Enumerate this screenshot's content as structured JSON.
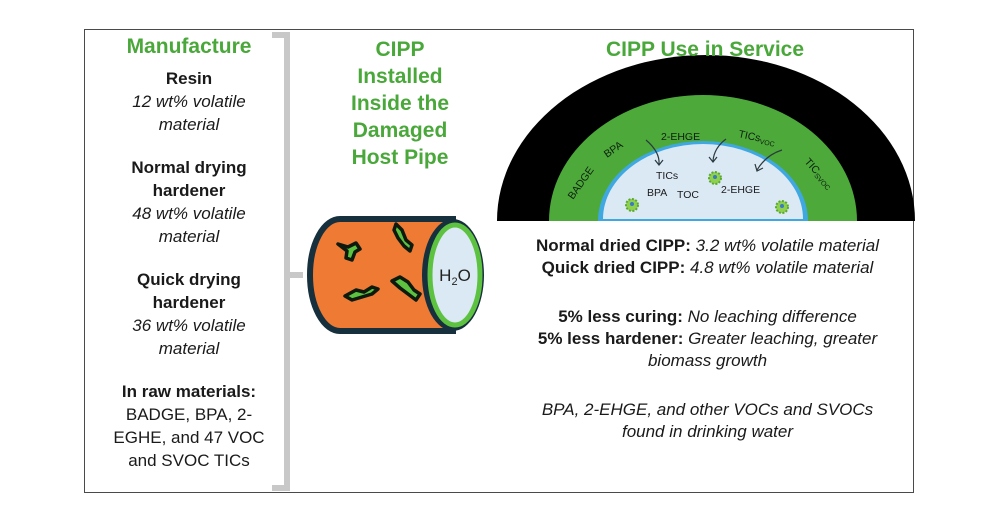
{
  "manufacture": {
    "title": "Manufacture",
    "items": [
      {
        "name": "Resin",
        "detail_line1": "12 wt% volatile",
        "detail_line2": "material"
      },
      {
        "name_line1": "Normal drying",
        "name_line2": "hardener",
        "detail_line1": "48 wt% volatile",
        "detail_line2": "material"
      },
      {
        "name_line1": "Quick drying",
        "name_line2": "hardener",
        "detail_line1": "36 wt% volatile",
        "detail_line2": "material"
      }
    ],
    "raw_materials": {
      "heading": "In raw materials:",
      "line1": "BADGE, BPA, 2-",
      "line2": "EGHE, and 47 VOC",
      "line3": "and SVOC TICs"
    }
  },
  "installed": {
    "title_lines": [
      "CIPP",
      "Installed",
      "Inside the",
      "Damaged",
      "Host Pipe"
    ],
    "pipe_label_main": "H",
    "pipe_label_sub": "2",
    "pipe_label_end": "O"
  },
  "service": {
    "title": "CIPP Use in Service",
    "ring_labels": {
      "badge": "BADGE",
      "bpa": "BPA",
      "ehge": "2-EHGE",
      "tics_voc_main": "TICs",
      "tics_voc_sub": "VOC",
      "tic_svoc_main": "TIC",
      "tic_svoc_sub": "SVOC"
    },
    "water_labels": {
      "tics": "TICs",
      "bpa": "BPA",
      "toc": "TOC",
      "ehge": "2-EHGE"
    },
    "drying": [
      {
        "label": "Normal dried CIPP:",
        "value": "3.2 wt% volatile material"
      },
      {
        "label": "Quick dried CIPP:",
        "value": "4.8 wt% volatile material"
      }
    ],
    "curing": [
      {
        "label": "5% less curing:",
        "value": "No leaching difference"
      },
      {
        "label": "5% less hardener:",
        "value_line1": "Greater leaching, greater",
        "value_line2": "biomass growth"
      }
    ],
    "found": {
      "line1": "BPA, 2-EHGE, and other VOCs and SVOCs",
      "line2": "found in drinking water"
    }
  },
  "colors": {
    "green_title": "#4aa83b",
    "ring_green": "#4ca93a",
    "pipe_orange": "#ef7a33",
    "pipe_outline": "#17303d",
    "water_blue": "#dbe9f5",
    "water_border": "#3fa8e0",
    "bracket_gray": "#c8c8c8"
  }
}
